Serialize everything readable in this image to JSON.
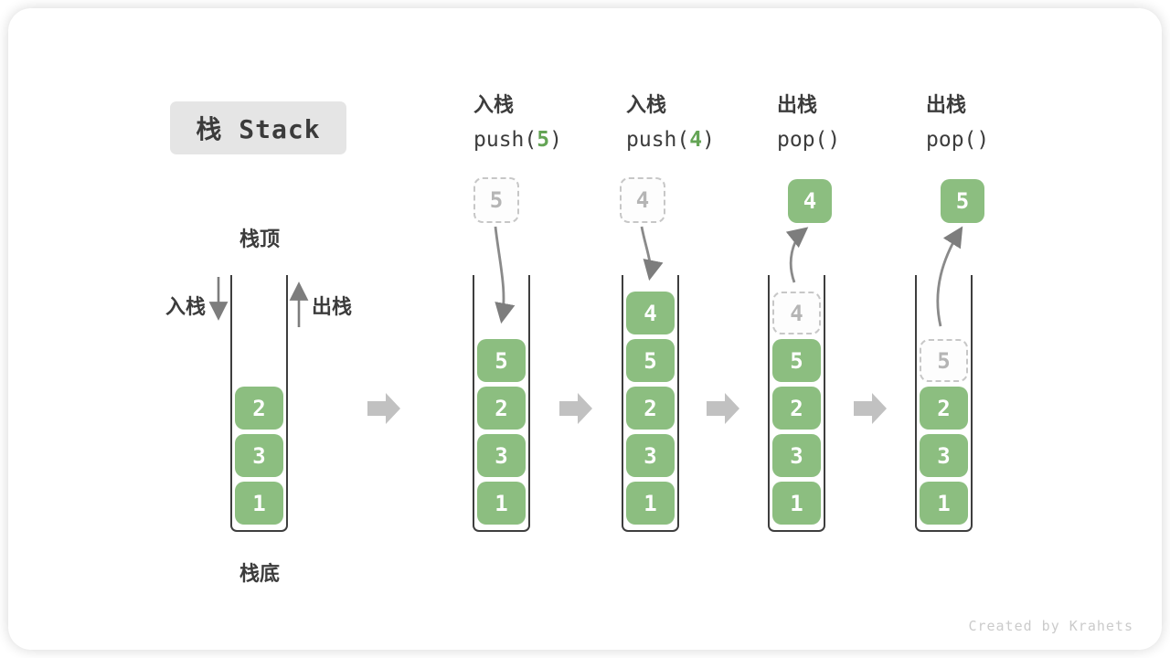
{
  "title": {
    "label": "栈 Stack"
  },
  "legend": {
    "stack_top": "栈顶",
    "stack_bottom": "栈底",
    "push_side": "入栈",
    "pop_side": "出栈"
  },
  "operations": [
    {
      "name_cn": "入栈",
      "code_prefix": "push(",
      "code_arg": "5",
      "code_suffix": ")"
    },
    {
      "name_cn": "入栈",
      "code_prefix": "push(",
      "code_arg": "4",
      "code_suffix": ")"
    },
    {
      "name_cn": "出栈",
      "code_prefix": "pop(",
      "code_arg": "",
      "code_suffix": ")"
    },
    {
      "name_cn": "出栈",
      "code_prefix": "pop(",
      "code_arg": "",
      "code_suffix": ")"
    }
  ],
  "floating_values": [
    {
      "value": "5",
      "style": "ghost"
    },
    {
      "value": "4",
      "style": "ghost"
    },
    {
      "value": "4",
      "style": "solid"
    },
    {
      "value": "5",
      "style": "solid"
    }
  ],
  "stacks": [
    {
      "blocks": [
        {
          "value": "2"
        },
        {
          "value": "3"
        },
        {
          "value": "1"
        }
      ]
    },
    {
      "blocks": [
        {
          "value": "5"
        },
        {
          "value": "2"
        },
        {
          "value": "3"
        },
        {
          "value": "1"
        }
      ]
    },
    {
      "blocks": [
        {
          "value": "4"
        },
        {
          "value": "5"
        },
        {
          "value": "2"
        },
        {
          "value": "3"
        },
        {
          "value": "1"
        }
      ]
    },
    {
      "blocks": [
        {
          "value": "4",
          "ghost": true
        },
        {
          "value": "5"
        },
        {
          "value": "2"
        },
        {
          "value": "3"
        },
        {
          "value": "1"
        }
      ]
    },
    {
      "blocks": [
        {
          "value": "5",
          "ghost": true
        },
        {
          "value": "2"
        },
        {
          "value": "3"
        },
        {
          "value": "1"
        }
      ]
    }
  ],
  "colors": {
    "block_green": "#8cbe80",
    "code_arg_green": "#64a455",
    "ghost_border": "#c7c7c7",
    "ghost_text": "#b5b5b5",
    "wall_dark": "#3e3e3e",
    "thin_arrow_gray": "#7d7d7d",
    "step_arrow_gray": "#c1c1c1",
    "badge_bg": "#e5e5e5",
    "watermark_gray": "#cbcbcb"
  },
  "watermark": "Created by Krahets"
}
